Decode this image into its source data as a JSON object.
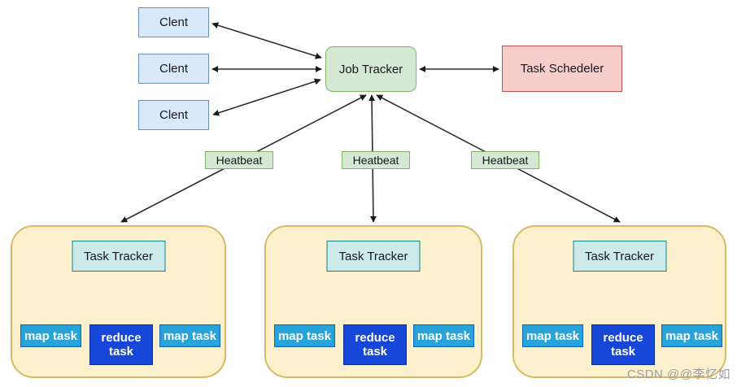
{
  "diagram": {
    "clients": [
      {
        "label": "Clent"
      },
      {
        "label": "Clent"
      },
      {
        "label": "Clent"
      }
    ],
    "job_tracker_label": "Job Tracker",
    "task_scheduler_label": "Task Schedeler",
    "heartbeats": [
      {
        "label": "Heatbeat"
      },
      {
        "label": "Heatbeat"
      },
      {
        "label": "Heatbeat"
      }
    ],
    "groups": [
      {
        "task_tracker_label": "Task Tracker",
        "tasks": [
          {
            "label": "map task"
          },
          {
            "label": "reduce task"
          },
          {
            "label": "map task"
          }
        ]
      },
      {
        "task_tracker_label": "Task Tracker",
        "tasks": [
          {
            "label": "map task"
          },
          {
            "label": "reduce task"
          },
          {
            "label": "map task"
          }
        ]
      },
      {
        "task_tracker_label": "Task Tracker",
        "tasks": [
          {
            "label": "map task"
          },
          {
            "label": "reduce task"
          },
          {
            "label": "map task"
          }
        ]
      }
    ]
  },
  "watermark": "CSDN @@李忆如",
  "colors": {
    "client_fill": "#dae8fc",
    "client_border": "#6c8ebf",
    "job_tracker_fill": "#d5e8d4",
    "job_tracker_border": "#82b366",
    "task_scheduler_fill": "#f8cecc",
    "task_scheduler_border": "#b85450",
    "heartbeat_fill": "#d5e8d4",
    "heartbeat_border": "#82b366",
    "group_fill": "#fcf0cd",
    "group_border": "#d9b964",
    "task_tracker_fill": "#cdeaea",
    "task_tracker_border": "#11838b",
    "map_task_fill": "#28a4db",
    "reduce_task_fill": "#1747d8",
    "arrow": "#2d2d2d",
    "watermark_text": "#9d9da1"
  }
}
